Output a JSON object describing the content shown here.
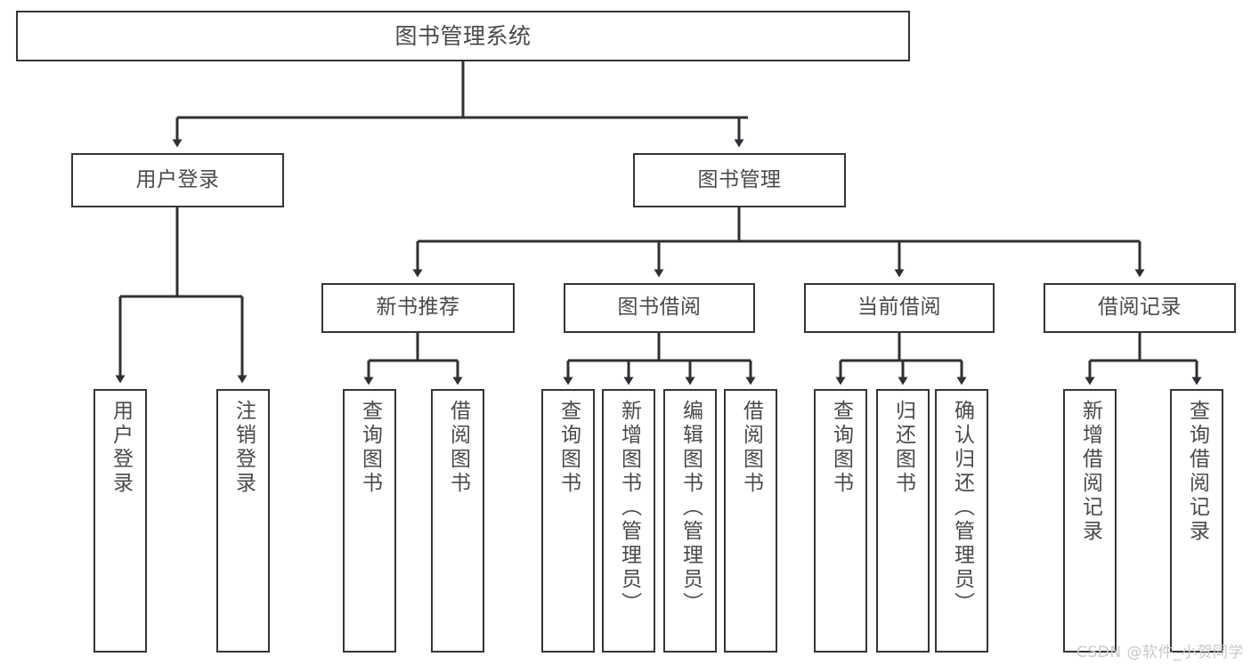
{
  "diagram": {
    "title": "图书管理系统",
    "root": {
      "id": "root",
      "label": "图书管理系统"
    },
    "level2": [
      {
        "id": "user-login",
        "label": "用户登录"
      },
      {
        "id": "book-management",
        "label": "图书管理"
      }
    ],
    "level3": [
      {
        "id": "new-book-recommend",
        "label": "新书推荐"
      },
      {
        "id": "book-borrow",
        "label": "图书借阅"
      },
      {
        "id": "current-borrow",
        "label": "当前借阅"
      },
      {
        "id": "borrow-record",
        "label": "借阅记录"
      }
    ],
    "leaves": {
      "user_login": [
        {
          "id": "leaf-user-login",
          "label": "用户登录"
        },
        {
          "id": "leaf-logout-login",
          "label": "注销登录"
        }
      ],
      "new_book_recommend": [
        {
          "id": "leaf-query-book-1",
          "label": "查询图书"
        },
        {
          "id": "leaf-borrow-book-1",
          "label": "借阅图书"
        }
      ],
      "book_borrow": [
        {
          "id": "leaf-query-book-2",
          "label": "查询图书"
        },
        {
          "id": "leaf-add-book",
          "label": "新增图书（管理员）"
        },
        {
          "id": "leaf-edit-book",
          "label": "编辑图书（管理员）"
        },
        {
          "id": "leaf-borrow-book-2",
          "label": "借阅图书"
        }
      ],
      "current_borrow": [
        {
          "id": "leaf-query-book-3",
          "label": "查询图书"
        },
        {
          "id": "leaf-return-book",
          "label": "归还图书"
        },
        {
          "id": "leaf-confirm-return",
          "label": "确认归还（管理员）"
        }
      ],
      "borrow_record": [
        {
          "id": "leaf-add-record",
          "label": "新增借阅记录"
        },
        {
          "id": "leaf-query-record",
          "label": "查询借阅记录"
        }
      ]
    }
  },
  "watermark": {
    "text": "CSDN @软件_小贺同学"
  },
  "colors": {
    "box_border": "#33353a",
    "box_fill": "#ffffff",
    "text": "#4a4a4c",
    "connector": "#2f3033",
    "watermark": "#c9c9c9",
    "background": "#ffffff"
  }
}
